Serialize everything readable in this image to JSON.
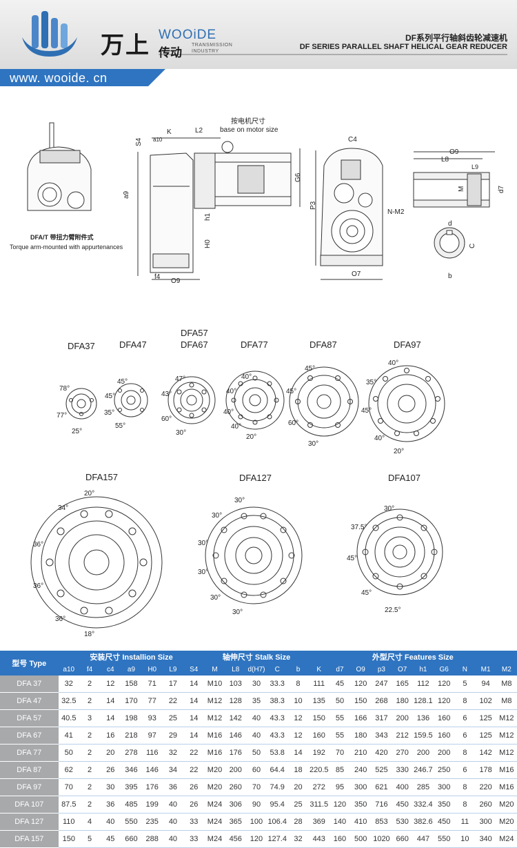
{
  "header": {
    "logo_cn": "万上",
    "logo_en": "WOOiDE",
    "logo_cn2": "传动",
    "logo_sub1": "TRANSMISSION",
    "logo_sub2": "INDUSTRY",
    "title_cn": "DF系列平行轴斜齿轮减速机",
    "title_en": "DF SERIES PARALLEL SHAFT HELICAL GEAR REDUCER",
    "url": "www. wooide. cn"
  },
  "drawing_labels": {
    "torque_cn": "DFA/T 带扭力臂附件式",
    "torque_en": "Torque arm-mounted with appurtenances",
    "motor_cn": "按电机尺寸",
    "motor_en": "base on motor size",
    "K": "K",
    "L2": "L2",
    "S4": "S4",
    "a10": "a10",
    "a9": "a9",
    "h1": "h1",
    "H0": "H0",
    "f4": "f4",
    "O9": "O9",
    "C4": "C4",
    "G6": "G6",
    "P3": "P3",
    "NM2": "N-M2",
    "O7": "O7",
    "O9b": "O9",
    "L8": "L8",
    "L9": "L9",
    "M": "M",
    "d7": "d7",
    "d": "d",
    "C": "C",
    "b": "b"
  },
  "flanges": {
    "dfa37": {
      "name": "DFA37",
      "a1": "78°",
      "a2": "77°",
      "a3": "25°"
    },
    "dfa47": {
      "name": "DFA47",
      "a1": "45°",
      "a2": "45°",
      "a3": "35°",
      "a4": "55°"
    },
    "dfa5767": {
      "name1": "DFA57",
      "name2": "DFA67",
      "a1": "47°",
      "a2": "43°",
      "a3": "60°",
      "a4": "30°"
    },
    "dfa77": {
      "name": "DFA77",
      "a1": "40°",
      "a2": "40°",
      "a3": "40°",
      "a4": "40°",
      "a5": "20°"
    },
    "dfa87": {
      "name": "DFA87",
      "a1": "45°",
      "a2": "45°",
      "a3": "60°",
      "a4": "30°"
    },
    "dfa97": {
      "name": "DFA97",
      "a1": "40°",
      "a2": "35°",
      "a3": "45°",
      "a4": "40°",
      "a5": "20°"
    },
    "dfa157": {
      "name": "DFA157",
      "a1": "20°",
      "a2": "34°",
      "a3": "36°",
      "a4": "36°",
      "a5": "36°",
      "a6": "18°"
    },
    "dfa127": {
      "name": "DFA127",
      "a1": "30°",
      "a2": "30°",
      "a3": "30°",
      "a4": "30°",
      "a5": "30°",
      "a6": "30°"
    },
    "dfa107": {
      "name": "DFA107",
      "a1": "30°",
      "a2": "37.5°",
      "a3": "45°",
      "a4": "45°",
      "a5": "22.5°"
    }
  },
  "table": {
    "type_header": "型号 Type",
    "groups": [
      {
        "label": "安装尺寸 Installion Size",
        "span": 7
      },
      {
        "label": "轴伸尺寸 Stalk Size",
        "span": 5
      },
      {
        "label": "外型尺寸 Features Size",
        "span": 10
      }
    ],
    "columns": [
      "a10",
      "f4",
      "c4",
      "a9",
      "H0",
      "L9",
      "S4",
      "M",
      "L8",
      "d(H7)",
      "C",
      "b",
      "K",
      "d7",
      "O9",
      "p3",
      "O7",
      "h1",
      "G6",
      "N",
      "M1",
      "M2"
    ],
    "rows": [
      [
        "DFA 37",
        "32",
        "2",
        "12",
        "158",
        "71",
        "17",
        "14",
        "M10",
        "103",
        "30",
        "33.3",
        "8",
        "111",
        "45",
        "120",
        "247",
        "165",
        "112",
        "120",
        "5",
        "94",
        "M8"
      ],
      [
        "DFA 47",
        "32.5",
        "2",
        "14",
        "170",
        "77",
        "22",
        "14",
        "M12",
        "128",
        "35",
        "38.3",
        "10",
        "135",
        "50",
        "150",
        "268",
        "180",
        "128.1",
        "120",
        "8",
        "102",
        "M8"
      ],
      [
        "DFA 57",
        "40.5",
        "3",
        "14",
        "198",
        "93",
        "25",
        "14",
        "M12",
        "142",
        "40",
        "43.3",
        "12",
        "150",
        "55",
        "166",
        "317",
        "200",
        "136",
        "160",
        "6",
        "125",
        "M12"
      ],
      [
        "DFA 67",
        "41",
        "2",
        "16",
        "218",
        "97",
        "29",
        "14",
        "M16",
        "146",
        "40",
        "43.3",
        "12",
        "160",
        "55",
        "180",
        "343",
        "212",
        "159.5",
        "160",
        "6",
        "125",
        "M12"
      ],
      [
        "DFA 77",
        "50",
        "2",
        "20",
        "278",
        "116",
        "32",
        "22",
        "M16",
        "176",
        "50",
        "53.8",
        "14",
        "192",
        "70",
        "210",
        "420",
        "270",
        "200",
        "200",
        "8",
        "142",
        "M12"
      ],
      [
        "DFA 87",
        "62",
        "2",
        "26",
        "346",
        "146",
        "34",
        "22",
        "M20",
        "200",
        "60",
        "64.4",
        "18",
        "220.5",
        "85",
        "240",
        "525",
        "330",
        "246.7",
        "250",
        "6",
        "178",
        "M16"
      ],
      [
        "DFA 97",
        "70",
        "2",
        "30",
        "395",
        "176",
        "36",
        "26",
        "M20",
        "260",
        "70",
        "74.9",
        "20",
        "272",
        "95",
        "300",
        "621",
        "400",
        "285",
        "300",
        "8",
        "220",
        "M16"
      ],
      [
        "DFA 107",
        "87.5",
        "2",
        "36",
        "485",
        "199",
        "40",
        "26",
        "M24",
        "306",
        "90",
        "95.4",
        "25",
        "311.5",
        "120",
        "350",
        "716",
        "450",
        "332.4",
        "350",
        "8",
        "260",
        "M20"
      ],
      [
        "DFA 127",
        "110",
        "4",
        "40",
        "550",
        "235",
        "40",
        "33",
        "M24",
        "365",
        "100",
        "106.4",
        "28",
        "369",
        "140",
        "410",
        "853",
        "530",
        "382.6",
        "450",
        "11",
        "300",
        "M20"
      ],
      [
        "DFA 157",
        "150",
        "5",
        "45",
        "660",
        "288",
        "40",
        "33",
        "M24",
        "456",
        "120",
        "127.4",
        "32",
        "443",
        "160",
        "500",
        "1020",
        "660",
        "447",
        "550",
        "10",
        "340",
        "M24"
      ]
    ]
  }
}
